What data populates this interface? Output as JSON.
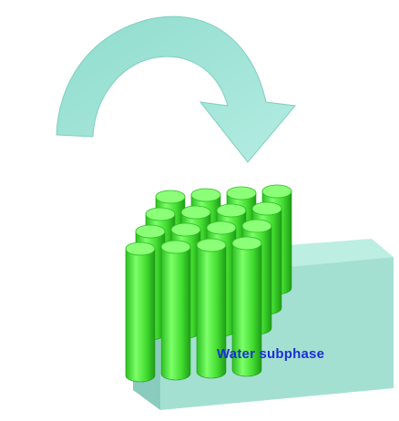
{
  "figure": {
    "substrate_label": "Water subphase",
    "colors": {
      "arrow": "#9ee3d6",
      "arrow_edge": "#7dcfbf",
      "substrate_top": "#bdeee2",
      "substrate_front": "#a4e0d1",
      "substrate_side": "#89cbbc",
      "rod_light": "#7dff6a",
      "rod_mid": "#3ddc2b",
      "rod_dark": "#1ea31a",
      "cylinder_outline": "#27a61f",
      "label": "#1b2fd6",
      "molecule": "#222222",
      "molecule_heteroatom_o": "#cc2222",
      "molecule_heteroatom_n": "#3355cc",
      "molecule_heteroatom_s": "#3aa63a"
    },
    "rod_grid": {
      "rows": 4,
      "columns": 4
    }
  }
}
